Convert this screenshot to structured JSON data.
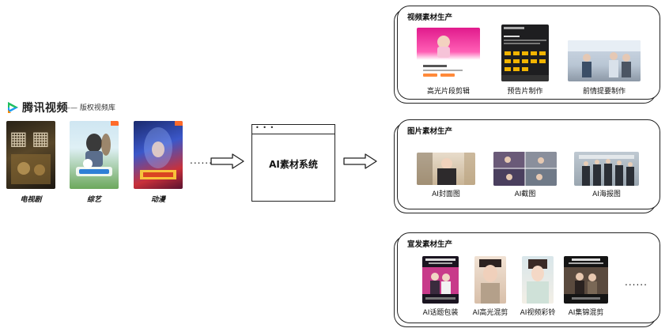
{
  "library": {
    "logo_name": "tencent-video-logo",
    "logo_text": "腾讯视频",
    "subtitle": "—— 版权视频库",
    "posters": [
      {
        "label": "电视剧"
      },
      {
        "label": "综艺"
      },
      {
        "label": "动漫"
      }
    ],
    "ellipsis": "......"
  },
  "system": {
    "dots": "• • •",
    "title": "AI素材系统"
  },
  "sections": {
    "video": {
      "title": "视频素材生产",
      "items": [
        "高光片段剪辑",
        "预告片制作",
        "前情提要制作"
      ]
    },
    "image": {
      "title": "图片素材生产",
      "items": [
        "AI封面图",
        "AI截图",
        "AI海报图"
      ]
    },
    "promo": {
      "title": "宣发素材生产",
      "items": [
        "AI话题包装",
        "AI高光混剪",
        "AI视频彩铃",
        "AI集锦混剪"
      ],
      "ellipsis": "......"
    }
  },
  "colors": {
    "logo_blue": "#1d9bf0",
    "logo_green": "#20c05c",
    "logo_orange": "#ff8a00",
    "accent_orange": "#ff6a2a"
  }
}
